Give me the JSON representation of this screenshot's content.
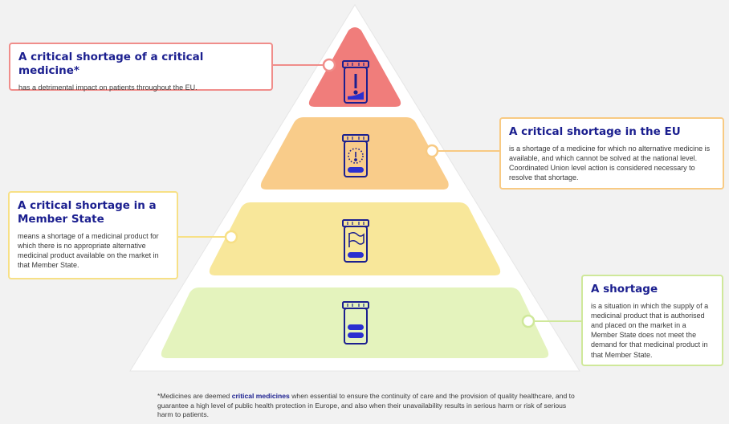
{
  "tiers": [
    {
      "name": "critical-medicine",
      "title": "A critical shortage of a critical medicine*",
      "description": "has a detrimental impact on patients throughout the EU.",
      "icon": "jar-exclamation-icon",
      "color": "#f07d7b"
    },
    {
      "name": "critical-eu",
      "title": "A critical shortage in the EU",
      "description": "is a shortage of a medicine for which no alternative medicine is available, and which cannot be solved at the national level. Coordinated Union level action is considered necessary to resolve that shortage.",
      "icon": "jar-eu-stars-icon",
      "color": "#f9cc8a"
    },
    {
      "name": "member-state",
      "title": "A critical shortage in a Member State",
      "description": "means a shortage of a medicinal product for which there is no appropriate alternative medicinal product available on the market in that Member State.",
      "icon": "jar-flag-icon",
      "color": "#f8e79a"
    },
    {
      "name": "shortage",
      "title": "A shortage",
      "description": "is a situation in which the supply of a medicinal product that is authorised and placed on the market in a Member State does not meet the demand for that medicinal product in that Member State.",
      "icon": "jar-pills-icon",
      "color": "#e4f3bd"
    }
  ],
  "footnote": {
    "prefix": "*Medicines are deemed ",
    "highlight": "critical medicines",
    "suffix": " when essential to ensure the continuity of care and the provision of quality healthcare, and to guarantee a high level of public health protection in Europe, and also when their unavailability results in serious harm or risk of serious harm to patients."
  },
  "colors": {
    "heading": "#1b1f8f",
    "icon": "#1b1f8f",
    "icon_fill": "#2a2fd0",
    "background": "#f2f2f2"
  }
}
